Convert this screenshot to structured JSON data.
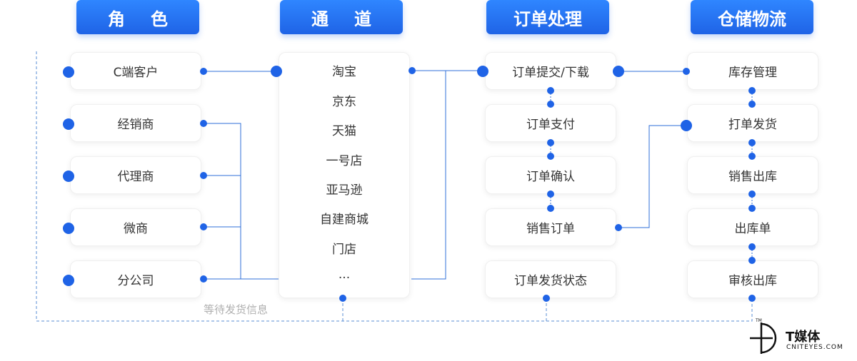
{
  "headers": {
    "roles": "角色",
    "channels": "通道",
    "orders": "订单处理",
    "warehouse": "仓储物流"
  },
  "roles": [
    "C端客户",
    "经销商",
    "代理商",
    "微商",
    "分公司"
  ],
  "channels": [
    "淘宝",
    "京东",
    "天猫",
    "一号店",
    "亚马逊",
    "自建商城",
    "门店",
    "···"
  ],
  "orders": [
    "订单提交/下载",
    "订单支付",
    "订单确认",
    "销售订单",
    "订单发货状态"
  ],
  "warehouse": [
    "库存管理",
    "打单发货",
    "销售出库",
    "出库单",
    "审核出库"
  ],
  "feedback_label": "等待发货信息",
  "logo": {
    "name": "T媒体",
    "domain": "CNITEYES.COM",
    "tm": "TM"
  },
  "colors": {
    "accent": "#1f63e6",
    "line": "#2f6fd8",
    "dashed": "#5b8fd6",
    "muted_text": "#b0b0b0"
  }
}
